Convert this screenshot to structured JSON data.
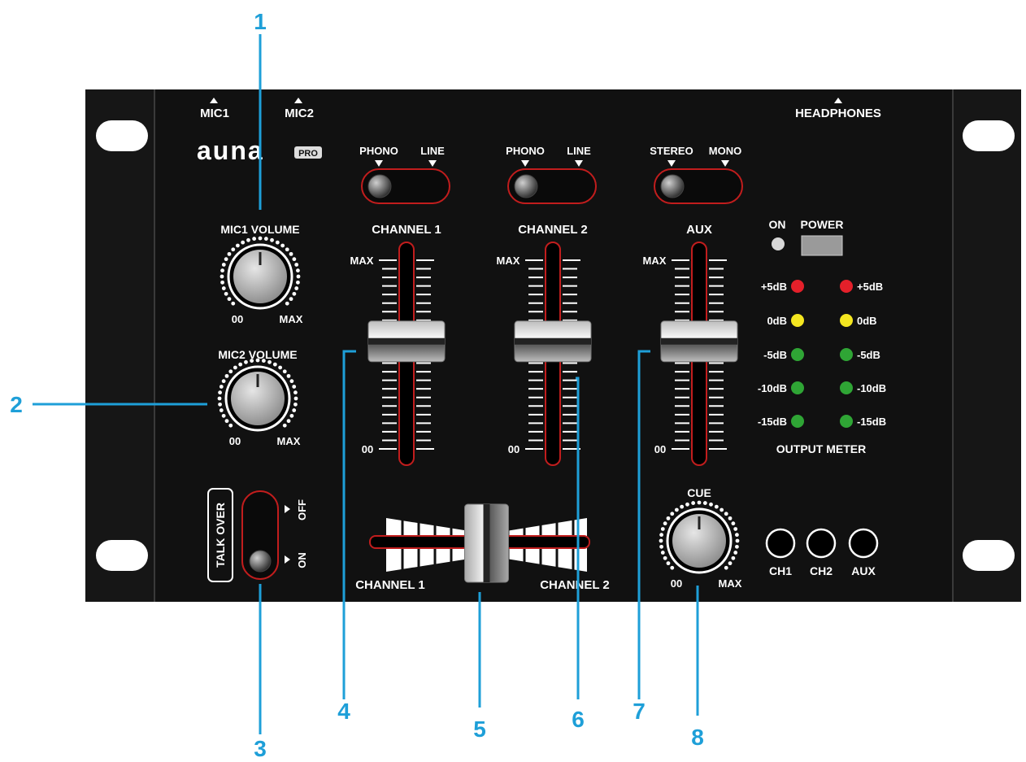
{
  "brand": {
    "logo_text": "auna",
    "logo_badge": "PRO"
  },
  "inputs": {
    "mic1": "MIC1",
    "mic2": "MIC2",
    "headphones": "HEADPHONES"
  },
  "switches": {
    "ch1": {
      "left": "PHONO",
      "right": "LINE"
    },
    "ch2": {
      "left": "PHONO",
      "right": "LINE"
    },
    "aux": {
      "left": "STEREO",
      "right": "MONO"
    }
  },
  "knobs": {
    "mic1": {
      "label": "MIC1 VOLUME",
      "min": "00",
      "max": "MAX"
    },
    "mic2": {
      "label": "MIC2 VOLUME",
      "min": "00",
      "max": "MAX"
    },
    "cue": {
      "label": "CUE",
      "min": "00",
      "max": "MAX"
    }
  },
  "faders": {
    "ch1": {
      "label": "CHANNEL 1",
      "max": "MAX",
      "min": "00",
      "level": 0.57
    },
    "ch2": {
      "label": "CHANNEL 2",
      "max": "MAX",
      "min": "00",
      "level": 0.57
    },
    "aux": {
      "label": "AUX",
      "max": "MAX",
      "min": "00",
      "level": 0.57
    }
  },
  "crossfader": {
    "left": "CHANNEL 1",
    "right": "CHANNEL 2",
    "position": 0.5
  },
  "power": {
    "on": "ON",
    "power": "POWER"
  },
  "meter": {
    "title": "OUTPUT METER",
    "left": [
      "+5dB",
      "0dB",
      "-5dB",
      "-10dB",
      "-15dB"
    ],
    "right": [
      "+5dB",
      "0dB",
      "-5dB",
      "-10dB",
      "-15dB"
    ],
    "colors": [
      "#e4202a",
      "#f4e620",
      "#2fa535",
      "#2fa535",
      "#2fa535"
    ]
  },
  "talkover": {
    "label": "TALK OVER",
    "off": "OFF",
    "on": "ON"
  },
  "cue_buttons": [
    "CH1",
    "CH2",
    "AUX"
  ],
  "callouts": [
    "1",
    "2",
    "3",
    "4",
    "5",
    "6",
    "7",
    "8"
  ],
  "colors": {
    "panel": "#111111",
    "callout": "#1e9fd8",
    "text": "#ffffff",
    "rail": "#c11d1d"
  }
}
